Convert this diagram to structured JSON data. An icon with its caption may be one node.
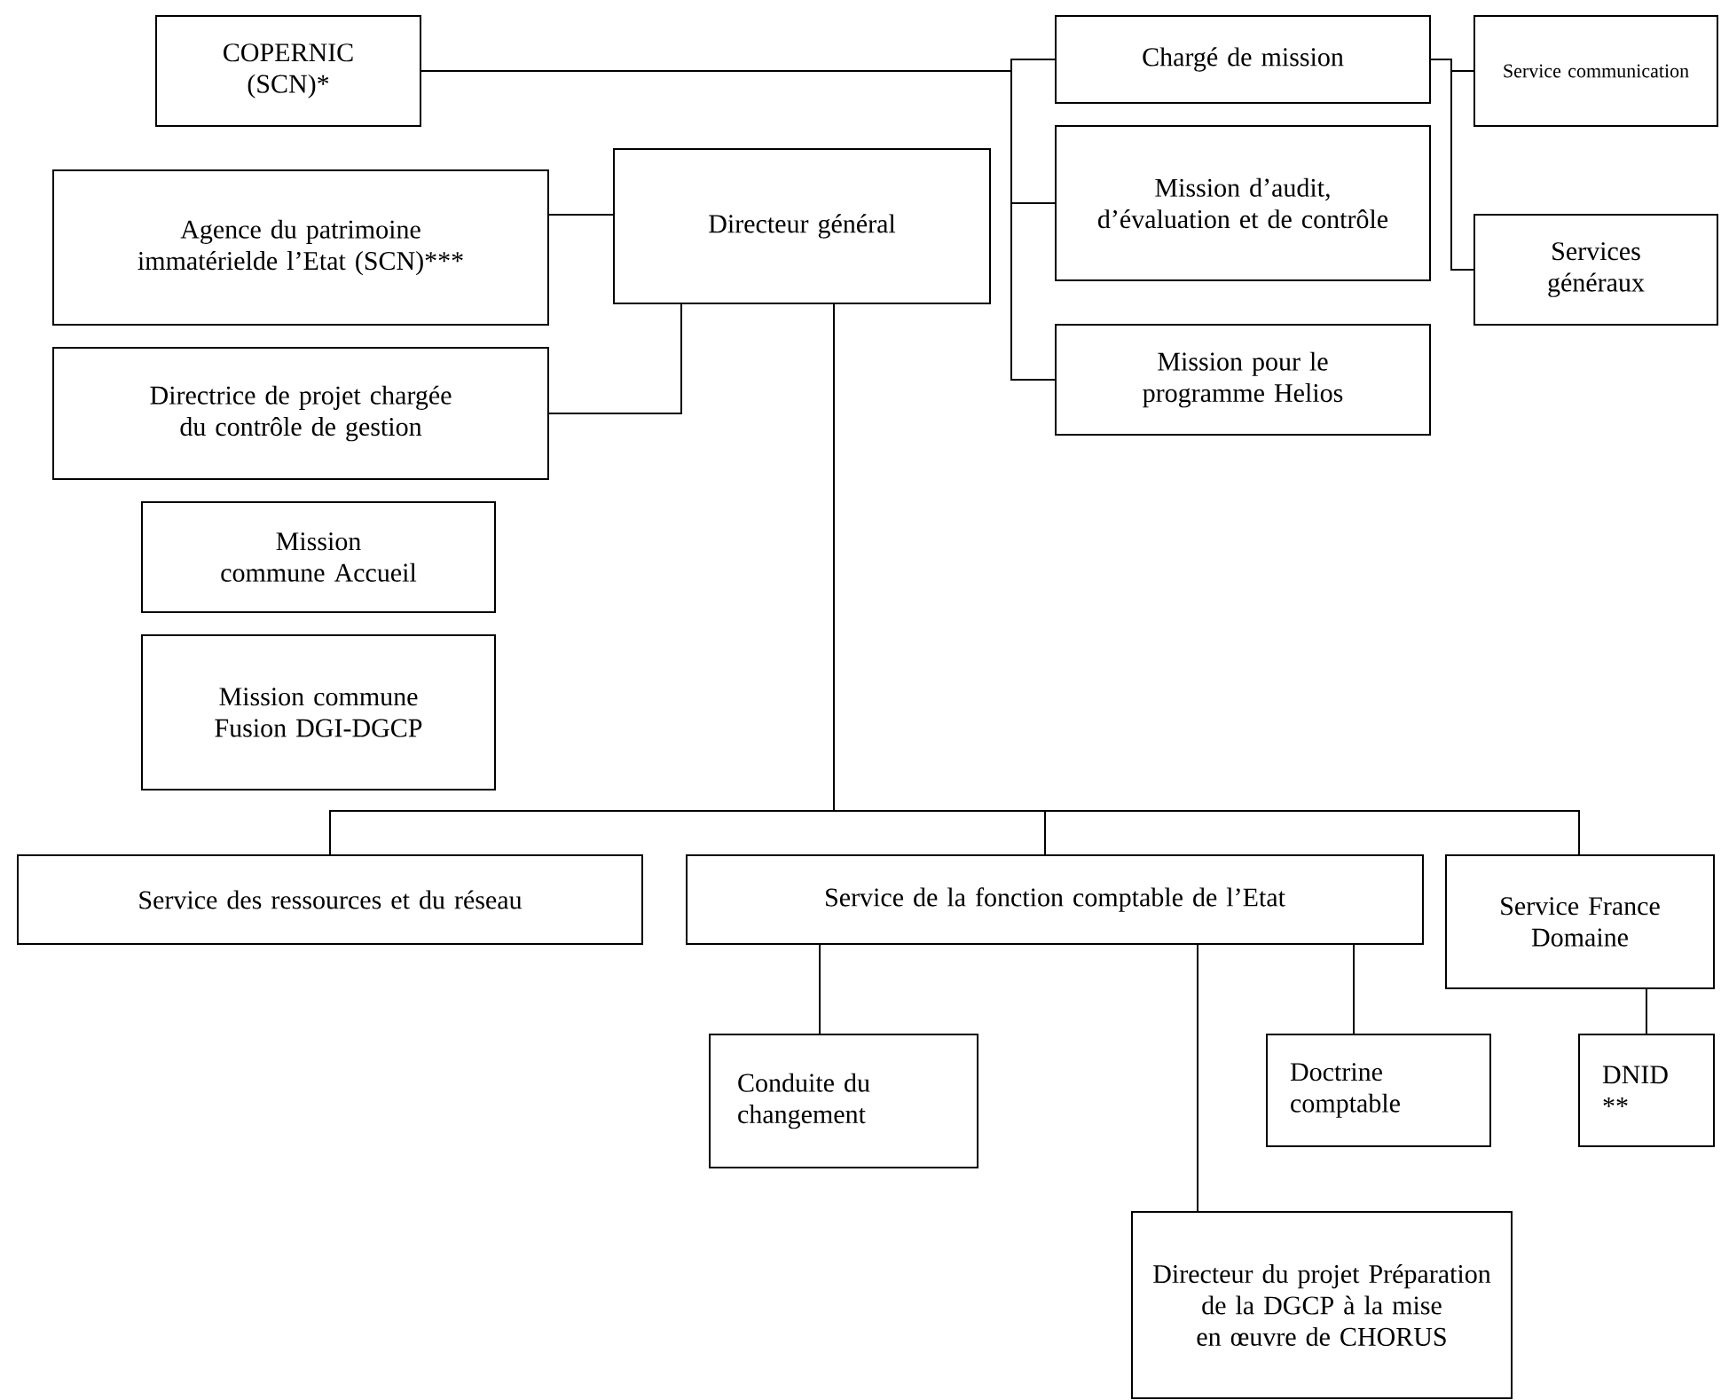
{
  "diagram": {
    "nodes": [
      {
        "text": [
          "COPERNIC (SCN)*"
        ]
      },
      {
        "text": [
          "Chargé de mission"
        ]
      },
      {
        "text": [
          "Service communication"
        ]
      },
      {
        "text": [
          "Agence du patrimoine immatérielde l’Etat (SCN)***"
        ]
      },
      {
        "text": [
          "Directeur général"
        ]
      },
      {
        "text": [
          "Mission d’audit, d’évaluation et de contrôle"
        ]
      },
      {
        "text": [
          "Services généraux"
        ]
      },
      {
        "text": [
          "Directrice de projet chargée du contrôle de gestion"
        ]
      },
      {
        "text": [
          "Mission pour le programme Helios"
        ]
      },
      {
        "text": [
          "Mission commune Accueil"
        ]
      },
      {
        "text": [
          "Mission commune Fusion DGI-DGCP"
        ]
      },
      {
        "text": [
          "Service des ressources et du réseau"
        ]
      },
      {
        "text": [
          "Service de la fonction comptable de l’Etat"
        ]
      },
      {
        "text": [
          "Service France Domaine"
        ]
      },
      {
        "text": [
          "Conduite du changement"
        ]
      },
      {
        "text": [
          "Doctrine comptable"
        ]
      },
      {
        "text": [
          "DNID **"
        ]
      },
      {
        "text": [
          "Directeur du projet Préparation de la DGCP à la mise en œuvre de CHORUS"
        ]
      }
    ],
    "edges": [
      {
        "from": 0,
        "to": 1,
        "arrow": "none"
      },
      {
        "from": 0,
        "to": 5,
        "arrow": "none"
      },
      {
        "from": 0,
        "to": 8,
        "arrow": "none"
      },
      {
        "from": 1,
        "to": 2,
        "arrow": "none"
      },
      {
        "from": 1,
        "to": 6,
        "arrow": "none"
      },
      {
        "from": 3,
        "to": 4,
        "arrow": "none"
      },
      {
        "from": 4,
        "to": 7,
        "arrow": "none"
      },
      {
        "from": 4,
        "to": 11,
        "arrow": "none"
      },
      {
        "from": 4,
        "to": 12,
        "arrow": "none"
      },
      {
        "from": 4,
        "to": 13,
        "arrow": "none"
      },
      {
        "from": 12,
        "to": 14,
        "arrow": "none"
      },
      {
        "from": 12,
        "to": 17,
        "arrow": "none"
      },
      {
        "from": 12,
        "to": 15,
        "arrow": "none"
      },
      {
        "from": 13,
        "to": 16,
        "arrow": "none"
      }
    ]
  }
}
